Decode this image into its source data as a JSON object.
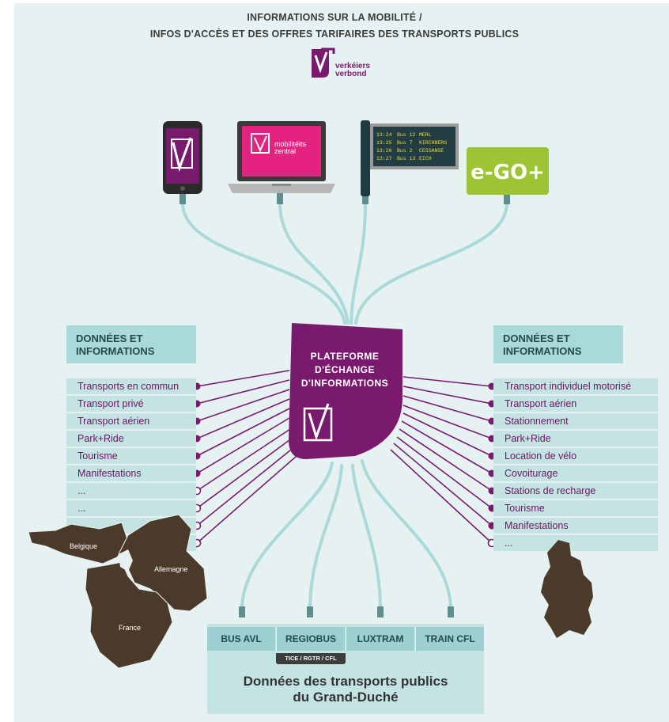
{
  "header": {
    "line1": "INFORMATIONS SUR LA MOBILITÉ /",
    "line2": "INFOS D'ACCÈS ET DES OFFRES TARIFAIRES DES TRANSPORTS PUBLICS"
  },
  "logo": {
    "line1": "verkéiers",
    "line2": "verbond"
  },
  "devices": {
    "laptop_brand_line1": "mobilitéits",
    "laptop_brand_line2": "zentral",
    "display_rows": [
      [
        "13:24",
        "Bus 12",
        "MERL"
      ],
      [
        "13:25",
        "Bus 7",
        "KIRCHBERG"
      ],
      [
        "13:26",
        "Bus 2",
        "CESSANGE"
      ],
      [
        "13:27",
        "Bus 13",
        "EICH"
      ]
    ],
    "ego_label": "e-GO+"
  },
  "hub": {
    "line1": "PLATEFORME",
    "line2": "D'ÉCHANGE",
    "line3": "D'INFORMATIONS"
  },
  "left": {
    "heading_line1": "DONNÉES ET",
    "heading_line2": "INFORMATIONS",
    "items": [
      "Transports en commun",
      "Transport privé",
      "Transport aérien",
      "Park+Ride",
      "Tourisme",
      "Manifestations",
      "...",
      "...",
      "...",
      "..."
    ]
  },
  "right": {
    "heading_line1": "DONNÉES ET",
    "heading_line2": "INFORMATIONS",
    "items": [
      "Transport individuel motorisé",
      "Transport aérien",
      "Stationnement",
      "Park+Ride",
      "Location de vélo",
      "Covoiturage",
      "Stations de recharge",
      "Tourisme",
      "Manifestations",
      "..."
    ]
  },
  "map": {
    "belgique": "Belgique",
    "allemagne": "Allemagne",
    "france": "France"
  },
  "transport": {
    "operators": [
      "BUS AVL",
      "REGIOBUS",
      "LUXTRAM",
      "TRAIN CFL"
    ],
    "sub_label": "TICE / RGTR / CFL",
    "title_line1": "Données des transports publics",
    "title_line2": "du Grand-Duché"
  },
  "colors": {
    "purple": "#7a1a6e",
    "teal_cable": "#a9d9d9",
    "panel": "#e6f2f1",
    "map_brown": "#4b3a2a",
    "ego_green": "#9cc433",
    "laptop_screen": "#e3237f"
  }
}
